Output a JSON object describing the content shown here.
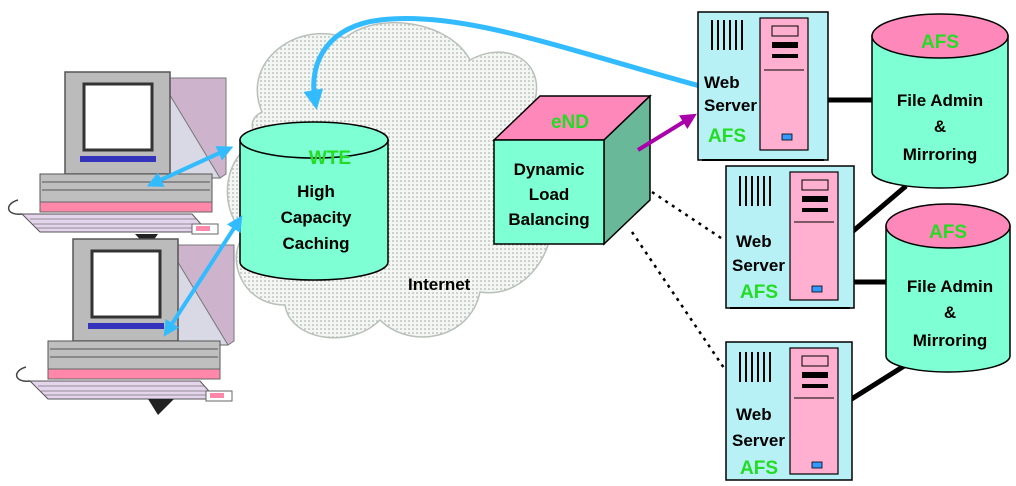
{
  "cache": {
    "badge": "WTE",
    "line1": "High",
    "line2": "Capacity",
    "line3": "Caching"
  },
  "internet": {
    "label": "Internet"
  },
  "balancer": {
    "badge": "eND",
    "line1": "Dynamic",
    "line2": "Load",
    "line3": "Balancing"
  },
  "servers": [
    {
      "line1": "Web",
      "line2": "Server",
      "badge": "AFS"
    },
    {
      "line1": "Web",
      "line2": "Server",
      "badge": "AFS"
    },
    {
      "line1": "Web",
      "line2": "Server",
      "badge": "AFS"
    }
  ],
  "file_stores": [
    {
      "badge": "AFS",
      "line1": "File Admin",
      "line2": "&",
      "line3": "Mirroring"
    },
    {
      "badge": "AFS",
      "line1": "File Admin",
      "line2": "&",
      "line3": "Mirroring"
    }
  ],
  "colors": {
    "cylinder": "#7fffd4",
    "cylinder_top": "#ff88bb",
    "server_body": "#b7f0f5",
    "server_tower": "#ffb0d0",
    "cloud": "#e6ece8",
    "arrow_client": "#33bbff",
    "arrow_balancer": "#aa00aa",
    "badge_text": "#22dd22"
  }
}
